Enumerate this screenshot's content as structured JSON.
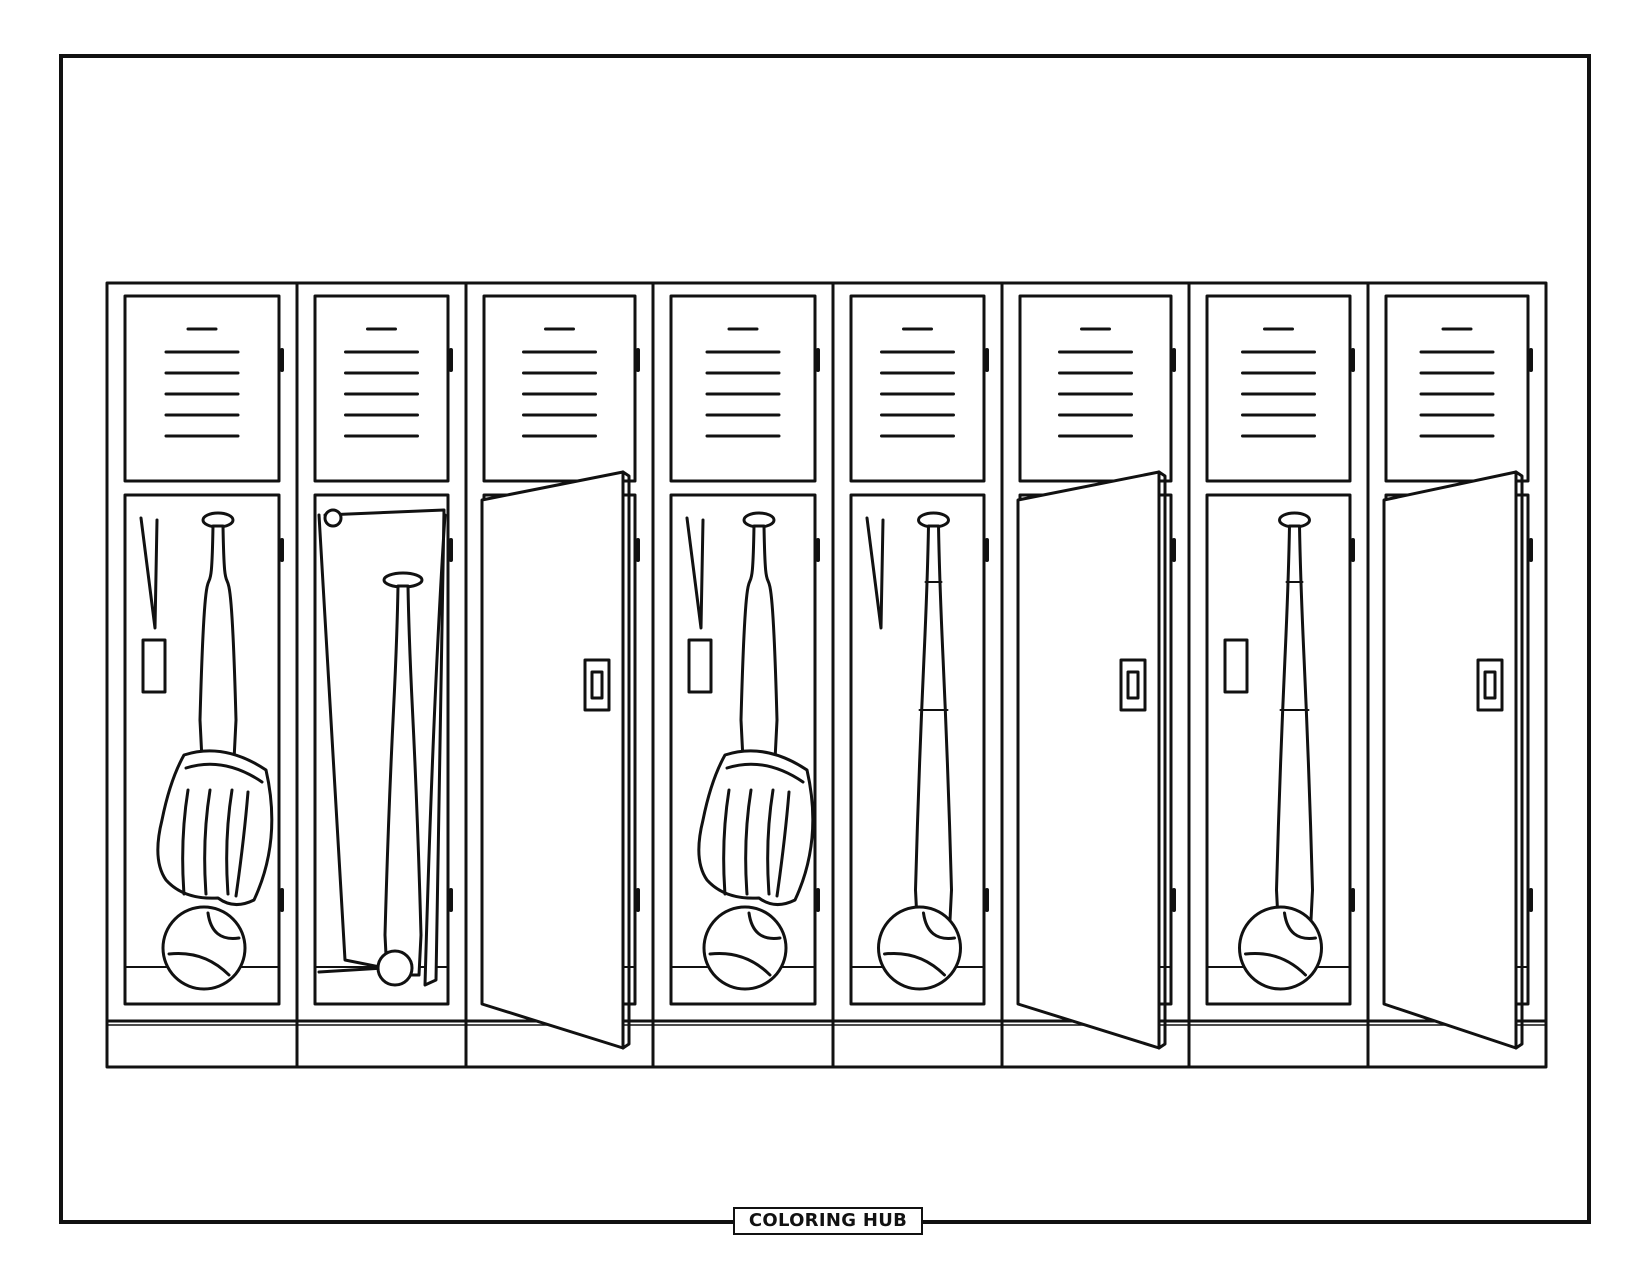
{
  "brand": {
    "label": "COLORING HUB"
  },
  "scene": {
    "subject": "baseball-lockers",
    "lockers": [
      {
        "door": "closed",
        "contents": [
          "hook",
          "tag",
          "bat",
          "glove",
          "ball"
        ]
      },
      {
        "door": "closed",
        "contents": [
          "bat",
          "bat",
          "ball",
          "towel"
        ]
      },
      {
        "door": "open",
        "contents": []
      },
      {
        "door": "closed",
        "contents": [
          "hook",
          "tag",
          "bat",
          "glove",
          "ball"
        ]
      },
      {
        "door": "closed",
        "contents": [
          "hook",
          "bat",
          "ball"
        ]
      },
      {
        "door": "open",
        "contents": []
      },
      {
        "door": "closed",
        "contents": [
          "tag",
          "bat",
          "ball"
        ]
      },
      {
        "door": "open",
        "contents": []
      }
    ],
    "line_color": "#111111",
    "fill_color": "#ffffff"
  }
}
